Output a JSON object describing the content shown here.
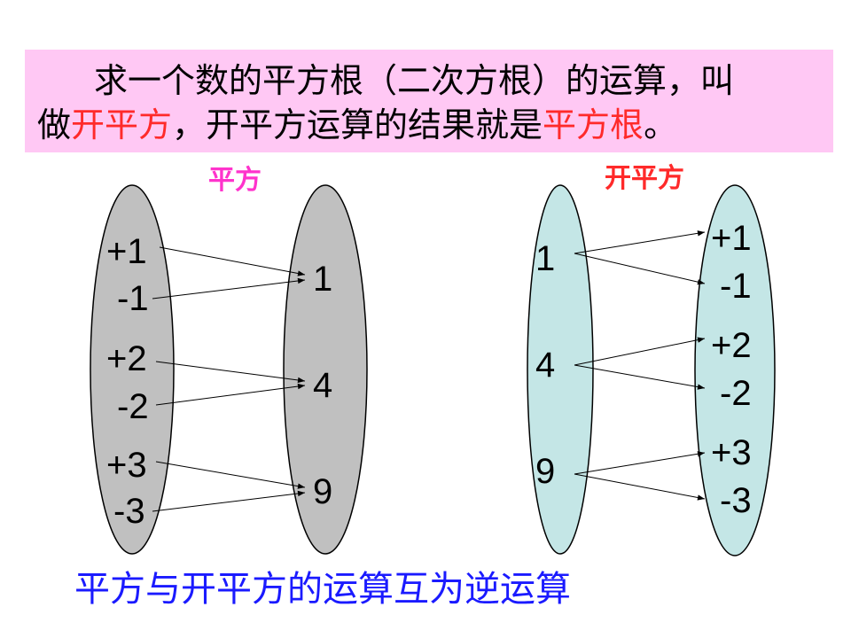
{
  "intro": {
    "part1": "求一个数的平方根（二次方根）的运算，叫",
    "part2": "做",
    "term1": "开平方",
    "part3": "，开平方运算的结果就是",
    "term2": "平方根",
    "part4": "。"
  },
  "left_diagram": {
    "label": "平方",
    "label_color": "#ff33cc",
    "domain": [
      "+1",
      "-1",
      "+2",
      "-2",
      "+3",
      "-3"
    ],
    "codomain": [
      "1",
      "4",
      "9"
    ],
    "fill": "#c0c0c0"
  },
  "right_diagram": {
    "label": "开平方",
    "label_color": "#ff2a2a",
    "domain": [
      "1",
      "4",
      "9"
    ],
    "codomain": [
      "+1",
      "-1",
      "+2",
      "-2",
      "+3",
      "-3"
    ],
    "fill": "#c4e6e6"
  },
  "conclusion": "平方与开平方的运算互为逆运算"
}
